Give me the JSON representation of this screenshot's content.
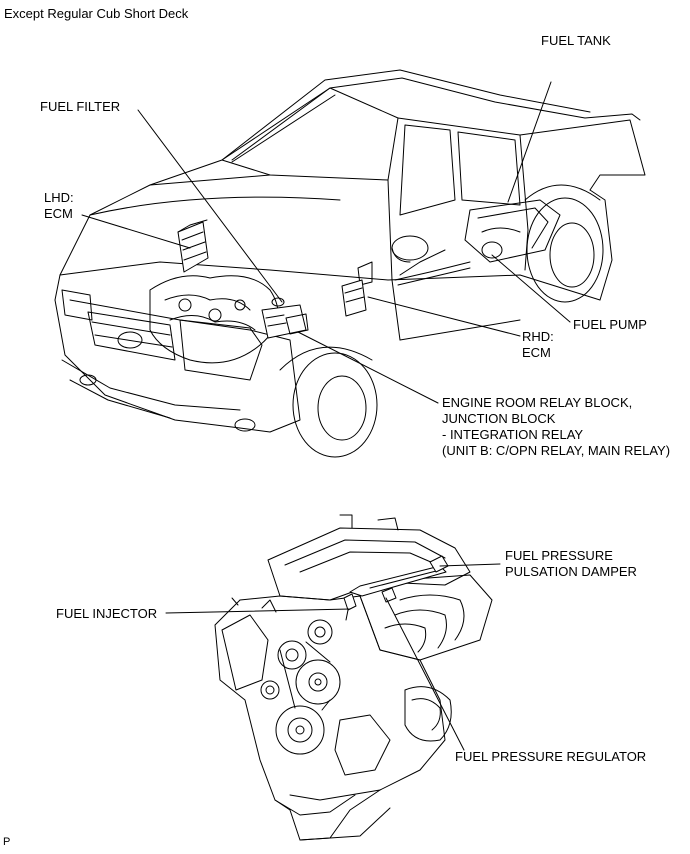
{
  "header": {
    "title": "Except Regular Cub Short Deck"
  },
  "labels": {
    "fuel_tank": "FUEL TANK",
    "fuel_filter": "FUEL FILTER",
    "lhd_ecm": [
      "LHD:",
      "ECM"
    ],
    "fuel_pump": "FUEL PUMP",
    "rhd_ecm": [
      "RHD:",
      "ECM"
    ],
    "relay_block": [
      "ENGINE ROOM RELAY BLOCK,",
      "JUNCTION BLOCK",
      "- INTEGRATION RELAY",
      "(UNIT B: C/OPN RELAY, MAIN RELAY)"
    ],
    "fuel_injector": "FUEL INJECTOR",
    "pulsation_damper": [
      "FUEL PRESSURE",
      "PULSATION DAMPER"
    ],
    "pressure_regulator": "FUEL PRESSURE REGULATOR"
  },
  "footer": {
    "code": "P"
  }
}
